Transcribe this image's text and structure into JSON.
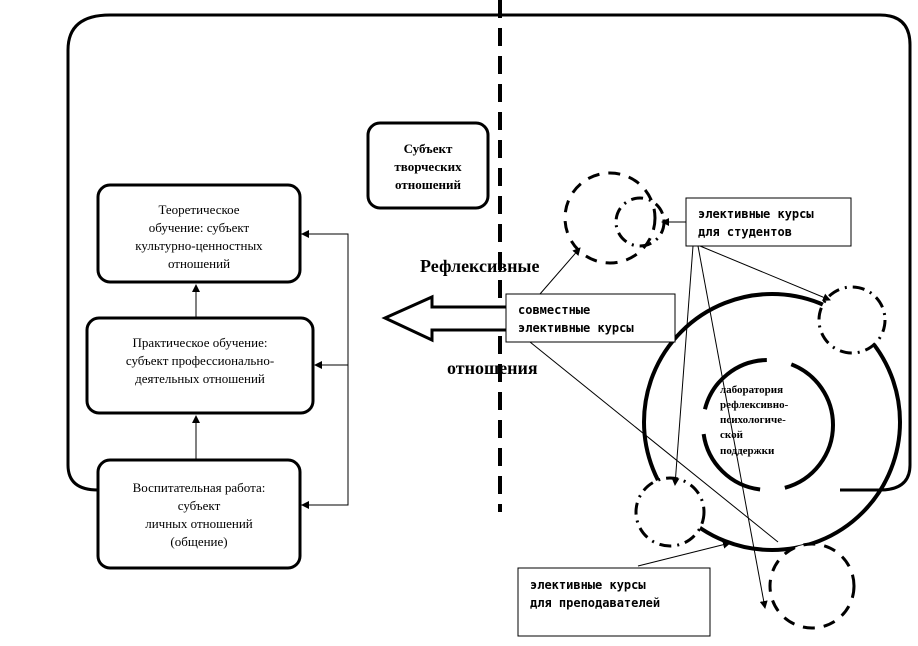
{
  "boxes": {
    "creative": [
      "Субъект",
      "творческих",
      "отношений"
    ],
    "theory": [
      "Теоретическое",
      "обучение: субъект",
      "культурно-ценностных",
      "отношений"
    ],
    "practice": [
      "Практическое обучение:",
      "субъект профессионально-",
      "деятельных отношений"
    ],
    "upbringing": [
      "Воспитательная работа:",
      "субъект",
      "личных отношений",
      "(общение)"
    ],
    "joint": [
      "совместные",
      "элективные  курсы"
    ],
    "students": [
      "элективные курсы",
      "для студентов"
    ],
    "teachers": [
      "элективные курсы",
      "для преподавателей"
    ]
  },
  "labels": {
    "reflexive": "Рефлексивные",
    "relations": "отношения",
    "lab": [
      "лаборатория",
      "рефлексивно-",
      "психологиче-",
      "ской",
      "поддержки"
    ]
  }
}
